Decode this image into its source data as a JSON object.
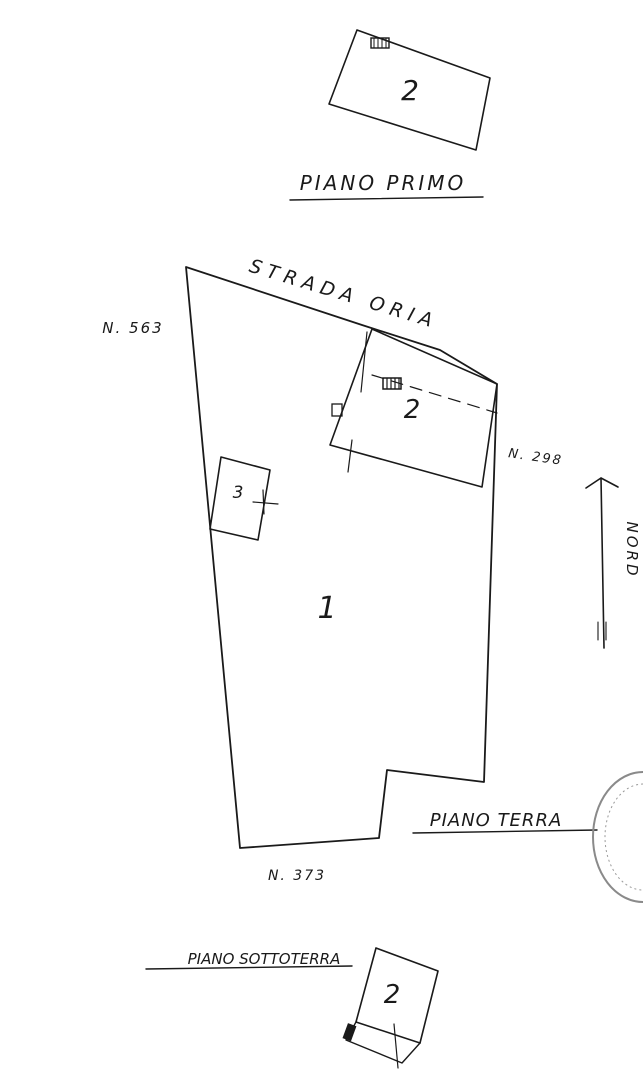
{
  "labels": {
    "piano_primo": "PIANO PRIMO",
    "strada": "STRADA ORIA",
    "n563": "N. 563",
    "n298": "N. 298",
    "nord": "NORD",
    "unit1": "1",
    "unit2_first": "2",
    "unit2_ground": "2",
    "unit2_basement": "2",
    "unit3": "3",
    "piano_terra": "PIANO TERRA",
    "n373": "N. 373",
    "piano_sottoterra": "PIANO SOTTOTERRA"
  },
  "colors": {
    "ink": "#1a1a1a",
    "stamp": "#8a8a8a"
  }
}
